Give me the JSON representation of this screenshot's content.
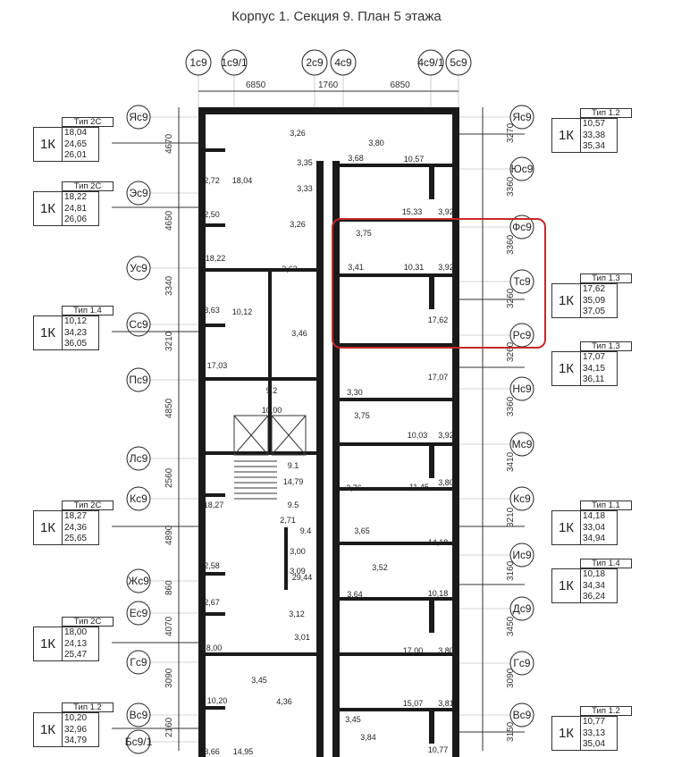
{
  "title": "Корпус 1. Секция 9. План 5 этажа",
  "top_axes": [
    "1с9",
    "1с9/1",
    "2с9",
    "4с9",
    "4с9/1",
    "5с9"
  ],
  "top_dims": [
    "6850",
    "1760",
    "6850"
  ],
  "left_axes": [
    "Яс9",
    "Эс9",
    "Ус9",
    "Сс9",
    "Пс9",
    "Лс9",
    "Кс9",
    "Жс9",
    "Ес9",
    "Гс9",
    "Вс9",
    "Бс9/1"
  ],
  "right_axes": [
    "Яс9",
    "Юс9",
    "Фс9",
    "Тс9",
    "Рс9",
    "Нс9",
    "Мс9",
    "Кс9",
    "Ис9",
    "Дс9",
    "Гс9",
    "Вс9"
  ],
  "left_dims": [
    "4670",
    "4650",
    "3340",
    "3210",
    "4850",
    "2560",
    "4890",
    "860",
    "4070",
    "3090",
    "2160"
  ],
  "right_dims": [
    "3270",
    "3360",
    "3360",
    "3260",
    "3260",
    "3360",
    "3410",
    "3210",
    "3160",
    "3450",
    "3090",
    "3150"
  ],
  "room_labels": [
    "3,26",
    "3,80",
    "3,35",
    "3,68",
    "10,57",
    "18,04",
    "2,72",
    "3,33",
    "15,33",
    "3,92",
    "2,50",
    "3,26",
    "3,75",
    "3,62",
    "18,22",
    "3,41",
    "10,31",
    "3,92",
    "3,63",
    "10,12",
    "3,46",
    "17,62",
    "17,03",
    "17,07",
    "9.2",
    "10,00",
    "3,30",
    "3,75",
    "10,03",
    "3,92",
    "9.1",
    "14,79",
    "11,45",
    "3,80",
    "3,76",
    "18,27",
    "9.5",
    "2,71",
    "9.4",
    "3,65",
    "14,18",
    "3,00",
    "3,09",
    "3,52",
    "2,58",
    "29,44",
    "10,18",
    "3,64",
    "2,67",
    "3,12",
    "3,01",
    "17,00",
    "3,80",
    "18,00",
    "3,45",
    "10,20",
    "4,36",
    "15,07",
    "3,81",
    "3,45",
    "3,66",
    "14,95",
    "3,84",
    "10,77"
  ],
  "left_cards": [
    {
      "type": "Тип 2С",
      "rooms": "1К",
      "v1": "18,04",
      "v2": "24,65",
      "v3": "26,01"
    },
    {
      "type": "Тип 2С",
      "rooms": "1К",
      "v1": "18,22",
      "v2": "24,81",
      "v3": "26,06"
    },
    {
      "type": "Тип 1.4",
      "rooms": "1К",
      "v1": "10,12",
      "v2": "34,23",
      "v3": "36,05"
    },
    {
      "type": "Тип 2С",
      "rooms": "1К",
      "v1": "18,27",
      "v2": "24,36",
      "v3": "25,65"
    },
    {
      "type": "Тип 2С",
      "rooms": "1К",
      "v1": "18,00",
      "v2": "24,13",
      "v3": "25,47"
    },
    {
      "type": "Тип 1.2",
      "rooms": "1К",
      "v1": "10,20",
      "v2": "32,96",
      "v3": "34,79"
    }
  ],
  "right_cards": [
    {
      "type": "Тип 1.2",
      "rooms": "1К",
      "v1": "10,57",
      "v2": "33,38",
      "v3": "35,34"
    },
    {
      "type": "Тип 1.3",
      "rooms": "1К",
      "v1": "17,62",
      "v2": "35,09",
      "v3": "37,05"
    },
    {
      "type": "Тип 1.3",
      "rooms": "1К",
      "v1": "17,07",
      "v2": "34,15",
      "v3": "36,11"
    },
    {
      "type": "Тип 1.1",
      "rooms": "1К",
      "v1": "14,18",
      "v2": "33,04",
      "v3": "34,94"
    },
    {
      "type": "Тип 1.4",
      "rooms": "1К",
      "v1": "10,18",
      "v2": "34,34",
      "v3": "36,24"
    },
    {
      "type": "Тип 1.2",
      "rooms": "1К",
      "v1": "10,77",
      "v2": "33,13",
      "v3": "35,04"
    }
  ],
  "highlight_color": "#c62828"
}
